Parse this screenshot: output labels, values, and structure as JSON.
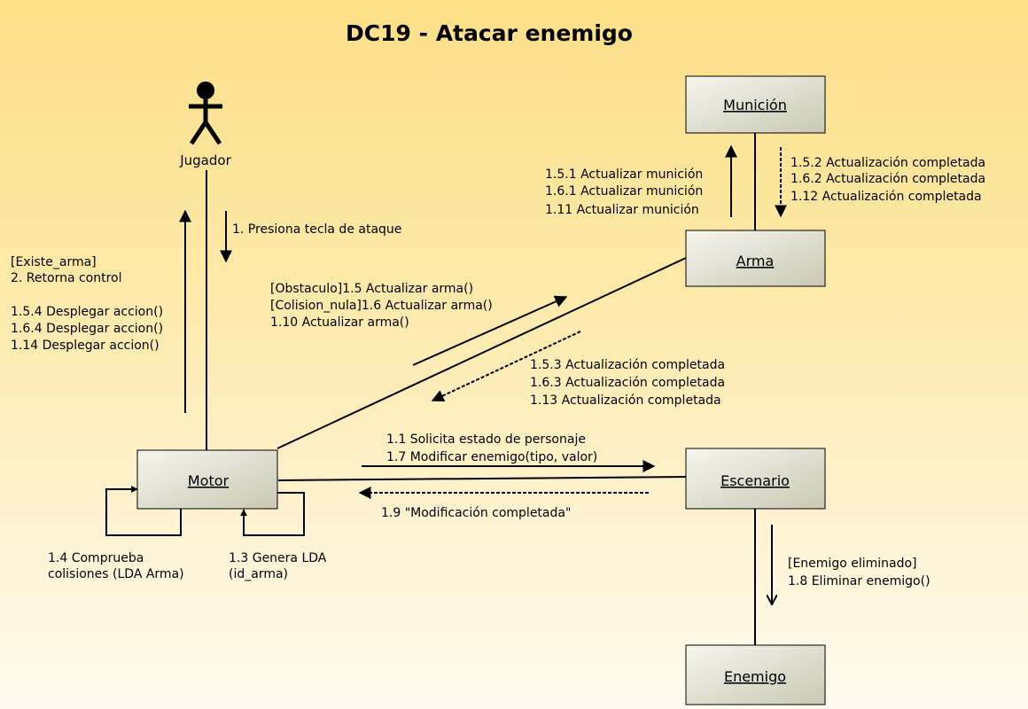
{
  "title": "DC19 - Atacar enemigo",
  "actor": {
    "name": "Jugador",
    "icon": "stick-figure-actor-icon"
  },
  "objects": {
    "motor": "Motor",
    "arma": "Arma",
    "municion": "Munición",
    "escenario": "Escenario",
    "enemigo": "Enemigo"
  },
  "messages": {
    "presiona": "1. Presiona tecla de ataque",
    "retorno": [
      "[Existe_arma]",
      "2. Retorna control",
      "",
      "1.5.4 Desplegar accion()",
      "1.6.4 Desplegar accion()",
      "1.14 Desplegar accion()"
    ],
    "actualizar_arma": [
      "[Obstaculo]1.5 Actualizar arma()",
      "[Colision_nula]1.6 Actualizar arma()",
      "1.10 Actualizar arma()"
    ],
    "arma_completada": [
      "1.5.3 Actualización completada",
      "1.6.3 Actualización completada",
      "1.13  Actualización completada"
    ],
    "actualizar_municion": [
      "1.5.1 Actualizar munición",
      "1.6.1 Actualizar munición",
      "1.11 Actualizar munición"
    ],
    "municion_completada": [
      "1.5.2 Actualización completada",
      "1.6.2 Actualización completada",
      "1.12 Actualización completada"
    ],
    "solicita": [
      "1.1 Solicita estado de personaje",
      "1.7 Modificar enemigo(tipo, valor)"
    ],
    "modificacion": "1.9 \"Modificación completada\"",
    "comprueba": [
      "1.4 Comprueba",
      "colisiones (LDA Arma)"
    ],
    "genera": [
      "1.3 Genera LDA",
      "(id_arma)"
    ],
    "eliminar": [
      "[Enemigo eliminado]",
      "1.8 Eliminar enemigo()"
    ]
  },
  "colors": {
    "background_top": "#fcdf88",
    "background_bottom": "#fefbef",
    "box_light": "#f6f6ee",
    "box_dark": "#c9c9b4",
    "line": "#000000"
  }
}
